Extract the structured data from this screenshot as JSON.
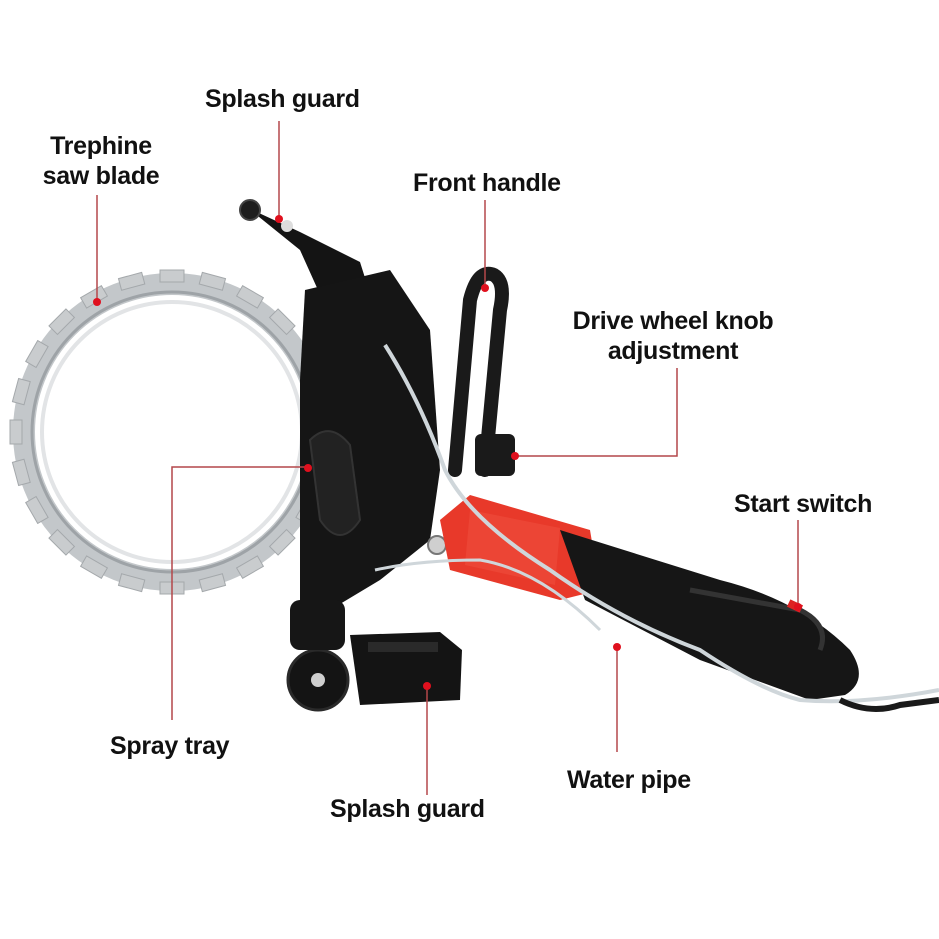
{
  "diagram": {
    "subject": "Ring saw / trephine cutter with labeled parts",
    "colors": {
      "leader_line": "#b4474a",
      "dot": "#e0101e",
      "motor_accent": "#e8392a",
      "body": "#151515",
      "blade": "#bfc3c6"
    },
    "labels": [
      {
        "id": "splash-guard-top",
        "text": "Splash guard"
      },
      {
        "id": "trephine-saw-blade",
        "line1": "Trephine",
        "line2": "saw blade"
      },
      {
        "id": "front-handle",
        "text": "Front handle"
      },
      {
        "id": "drive-wheel-knob",
        "line1": "Drive wheel knob",
        "line2": "adjustment"
      },
      {
        "id": "start-switch",
        "text": "Start switch"
      },
      {
        "id": "spray-tray",
        "text": "Spray tray"
      },
      {
        "id": "water-pipe",
        "text": "Water pipe"
      },
      {
        "id": "splash-guard-bottom",
        "text": "Splash guard"
      }
    ]
  }
}
